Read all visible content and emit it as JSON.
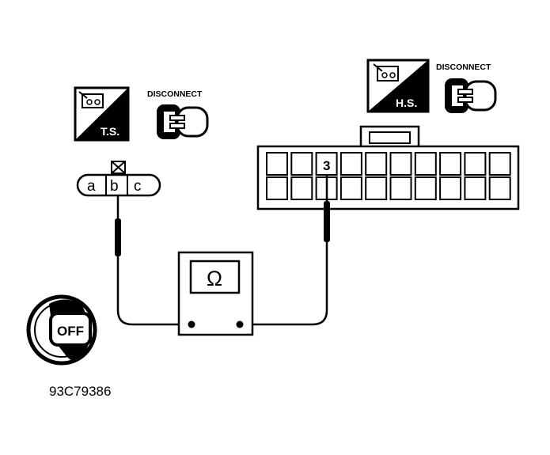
{
  "ts_badge": {
    "label": "T.S."
  },
  "hs_badge": {
    "label": "H.S."
  },
  "disconnect_label": "DISCONNECT",
  "small_connector": {
    "pins": [
      "a",
      "b",
      "c"
    ]
  },
  "harness_connector": {
    "pin_number": "3"
  },
  "ohmmeter": {
    "symbol": "Ω"
  },
  "ignition_key": {
    "label": "OFF"
  },
  "figure_id": "93C79386",
  "colors": {
    "ink": "#000000",
    "paper": "#ffffff"
  }
}
